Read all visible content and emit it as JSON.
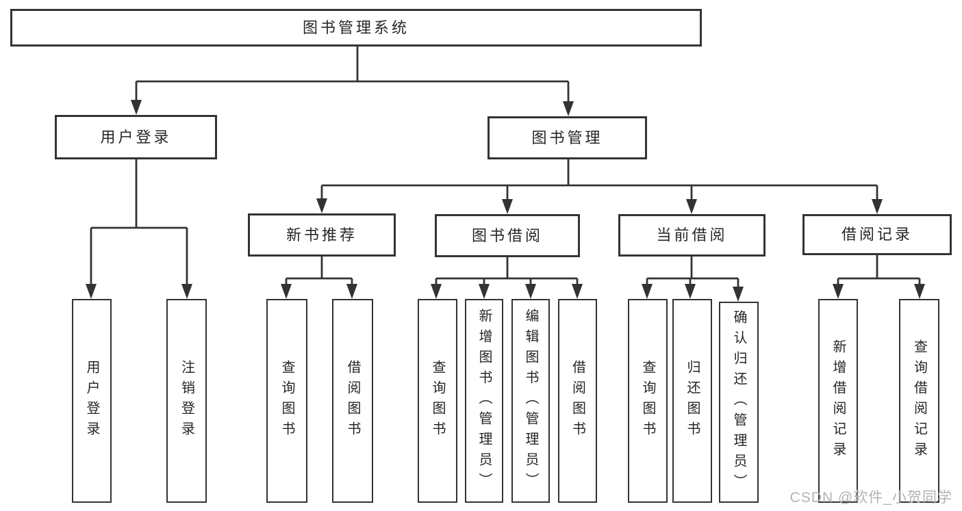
{
  "diagram": {
    "type": "hierarchy-tree",
    "title": "图书管理系统",
    "hierarchy": {
      "图书管理系统": [
        "用户登录",
        "图书管理"
      ],
      "用户登录": [
        "用户登录",
        "注销登录"
      ],
      "图书管理": [
        "新书推荐",
        "图书借阅",
        "当前借阅",
        "借阅记录"
      ],
      "新书推荐": [
        "查询图书",
        "借阅图书"
      ],
      "图书借阅": [
        "查询图书",
        "新增图书（管理员）",
        "编辑图书（管理员）",
        "借阅图书"
      ],
      "当前借阅": [
        "查询图书",
        "归还图书",
        "确认归还（管理员）"
      ],
      "借阅记录": [
        "新增借阅记录",
        "查询借阅记录"
      ]
    }
  },
  "nodes": {
    "root": {
      "label": "图书管理系统"
    },
    "user_login": {
      "label": "用户登录"
    },
    "book_mgmt": {
      "label": "图书管理"
    },
    "new_book_rec": {
      "label": "新书推荐"
    },
    "book_borrow": {
      "label": "图书借阅"
    },
    "current_borrow": {
      "label": "当前借阅"
    },
    "borrow_records": {
      "label": "借阅记录"
    },
    "leaf_user_login": {
      "label": "用户登录"
    },
    "leaf_logout": {
      "label": "注销登录"
    },
    "leaf_query_book_rec": {
      "label": "查询图书"
    },
    "leaf_borrow_book_rec": {
      "label": "借阅图书"
    },
    "leaf_query_book_borrow": {
      "label": "查询图书"
    },
    "leaf_add_book": {
      "label": "新增图书（管理员）"
    },
    "leaf_edit_book": {
      "label": "编辑图书（管理员）"
    },
    "leaf_borrow_book_borrow": {
      "label": "借阅图书"
    },
    "leaf_query_book_current": {
      "label": "查询图书"
    },
    "leaf_return_book": {
      "label": "归还图书"
    },
    "leaf_confirm_return": {
      "label": "确认归还（管理员）"
    },
    "leaf_add_record": {
      "label": "新增借阅记录"
    },
    "leaf_query_record": {
      "label": "查询借阅记录"
    }
  },
  "watermark": {
    "text": "CSDN @软件_小贺同学"
  },
  "colors": {
    "line": "#333333",
    "box_border": "#333333",
    "box_fill": "#ffffff",
    "text": "#262626",
    "watermark": "#b3b3b3",
    "background": "#ffffff"
  }
}
